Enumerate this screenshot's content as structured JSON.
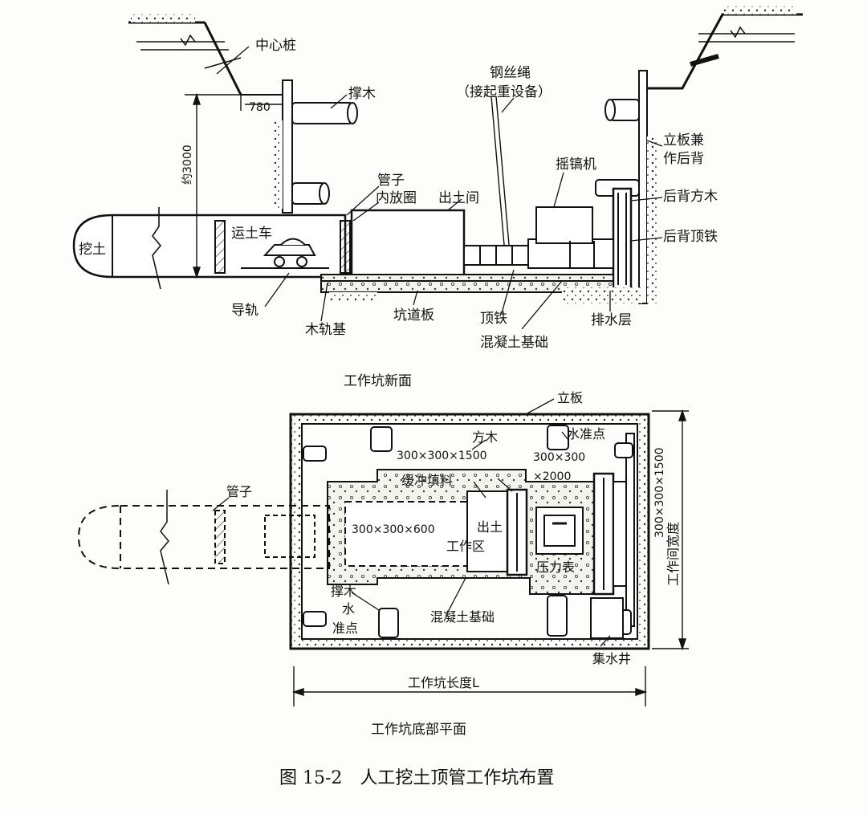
{
  "section_title": "工作坑新面",
  "plan_title": "工作坑底部平面",
  "caption": "图 15-2　人工挖土顶管工作坑布置",
  "section_labels": {
    "center_stake": "中心桩",
    "strut": "撑木",
    "dim_780": "780",
    "dim_3000": "约3000",
    "wire_rope_1": "钢丝绳",
    "wire_rope_2": "（接起重设备）",
    "jack_machine": "摇镐机",
    "pipe": "管子",
    "inner_ring": "内放圈",
    "soil_room": "出土间",
    "cart": "运土车",
    "dig": "挖土",
    "riser_1": "立板兼",
    "riser_2": "作后背",
    "back_timber": "后背方木",
    "back_iron": "后背顶铁",
    "guide_rail": "导轨",
    "wood_base": "木轨基",
    "pit_board": "坑道板",
    "top_iron": "顶铁",
    "drainage": "排水层",
    "concrete_base": "混凝土基础"
  },
  "plan_labels": {
    "riser": "立板",
    "timber": "方木",
    "level_point": "水准点",
    "dim_a": "300×300×1500",
    "dim_b1": "300×300",
    "dim_b2": "×2000",
    "buffer": "缓冲填料",
    "pipe": "管子",
    "dim_c": "300×300×600",
    "outlet_1": "出土",
    "outlet_2": "工作区",
    "pressure": "压力表",
    "strut": "撑木",
    "level_1": "水",
    "level_2": "准点",
    "concrete": "混凝土基础",
    "sump": "集水井",
    "length": "工作坑长度L",
    "width_dim": "300×300×1500",
    "width": "工作间宽度"
  }
}
